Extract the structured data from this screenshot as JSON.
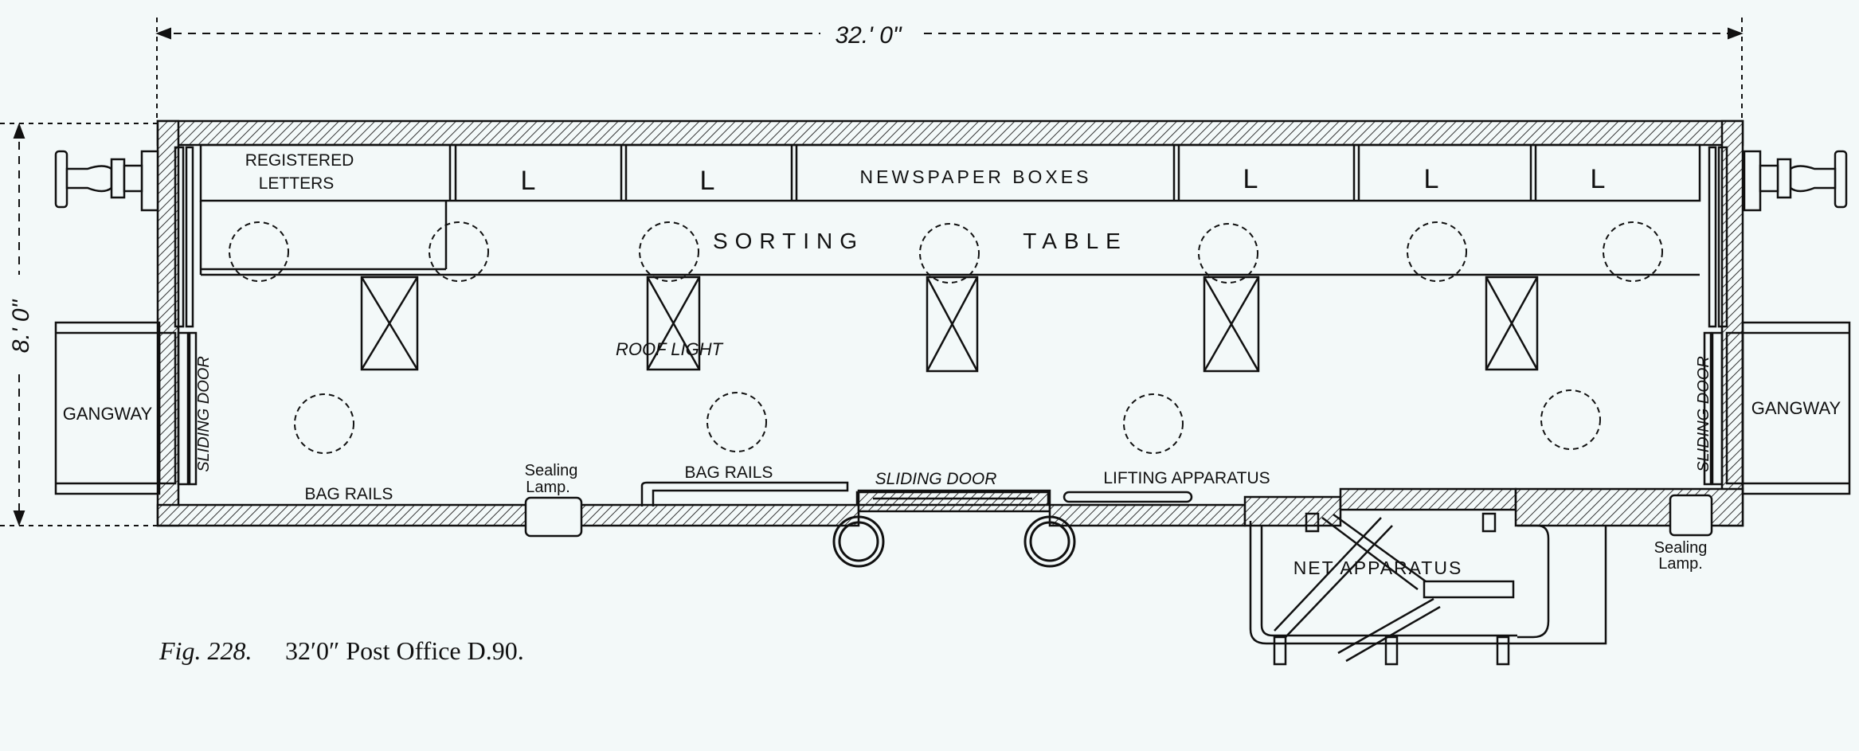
{
  "dimensions": {
    "length": "32.' 0\"",
    "width": "8.' 0\""
  },
  "compartments": {
    "registered_line1": "REGISTERED",
    "registered_line2": "LETTERS",
    "letter_box": "L",
    "newspaper_boxes": "NEWSPAPER BOXES"
  },
  "labels": {
    "sorting_table_1": "SORTING",
    "sorting_table_2": "TABLE",
    "roof_light": "ROOF LIGHT",
    "gangway_left": "GANGWAY",
    "gangway_right": "GANGWAY",
    "sliding_door_left": "SLIDING DOOR",
    "sliding_door_right": "SLIDING DOOR",
    "bag_rails_1": "BAG RAILS",
    "bag_rails_2": "BAG RAILS",
    "sealing_lamp_1a": "Sealing",
    "sealing_lamp_1b": "Lamp.",
    "sealing_lamp_2a": "Sealing",
    "sealing_lamp_2b": "Lamp.",
    "sliding_door_side": "SLIDING DOOR",
    "lifting_apparatus": "LIFTING APPARATUS",
    "net_apparatus": "NET APPARATUS"
  },
  "caption": {
    "fig": "Fig. 228.",
    "text": "32′0″ Post Office D.90."
  }
}
